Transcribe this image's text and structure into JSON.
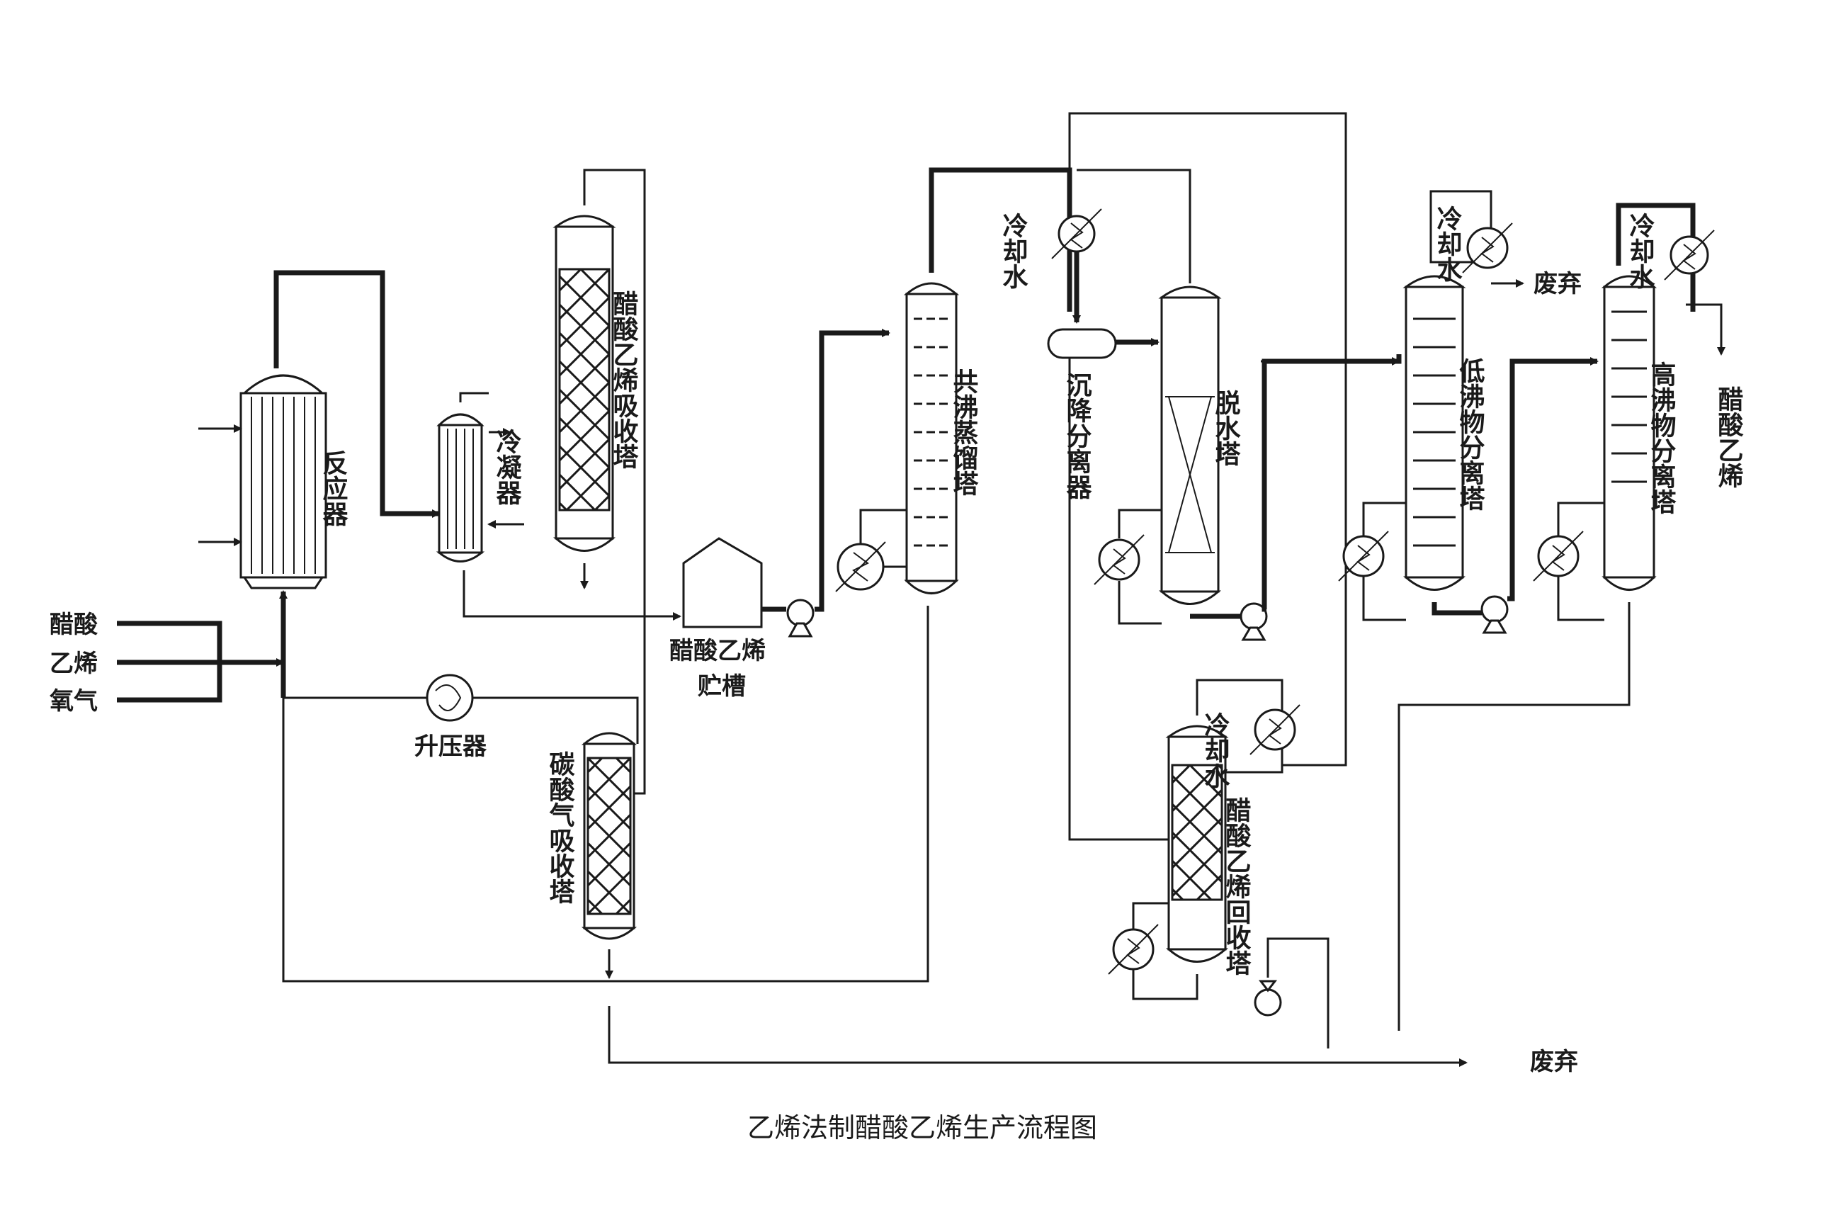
{
  "feeds": {
    "acetic_acid": "醋酸",
    "ethylene": "乙烯",
    "oxygen": "氧气"
  },
  "equipment": {
    "reactor": "反应器",
    "condenser": "冷凝器",
    "va_absorber": "醋酸乙烯吸收塔",
    "co2_absorber": "碳酸气吸收塔",
    "booster": "升压器",
    "storage_tank": "醋酸乙烯贮槽",
    "azeotropic_column": "共沸蒸馏塔",
    "settler": "沉降分离器",
    "dehydration_column": "脱水塔",
    "low_boiler_column": "低沸物分离塔",
    "high_boiler_column": "高沸物分离塔",
    "va_recovery_column": "醋酸乙烯回收塔"
  },
  "streams": {
    "cooling_water_1": "冷却水",
    "cooling_water_2": "冷却水",
    "cooling_water_3": "冷却水",
    "cooling_water_4": "冷却水",
    "waste_1": "废弃",
    "waste_2": "废弃",
    "product": "醋酸乙烯"
  },
  "caption": "乙烯法制醋酸乙烯生产流程图"
}
